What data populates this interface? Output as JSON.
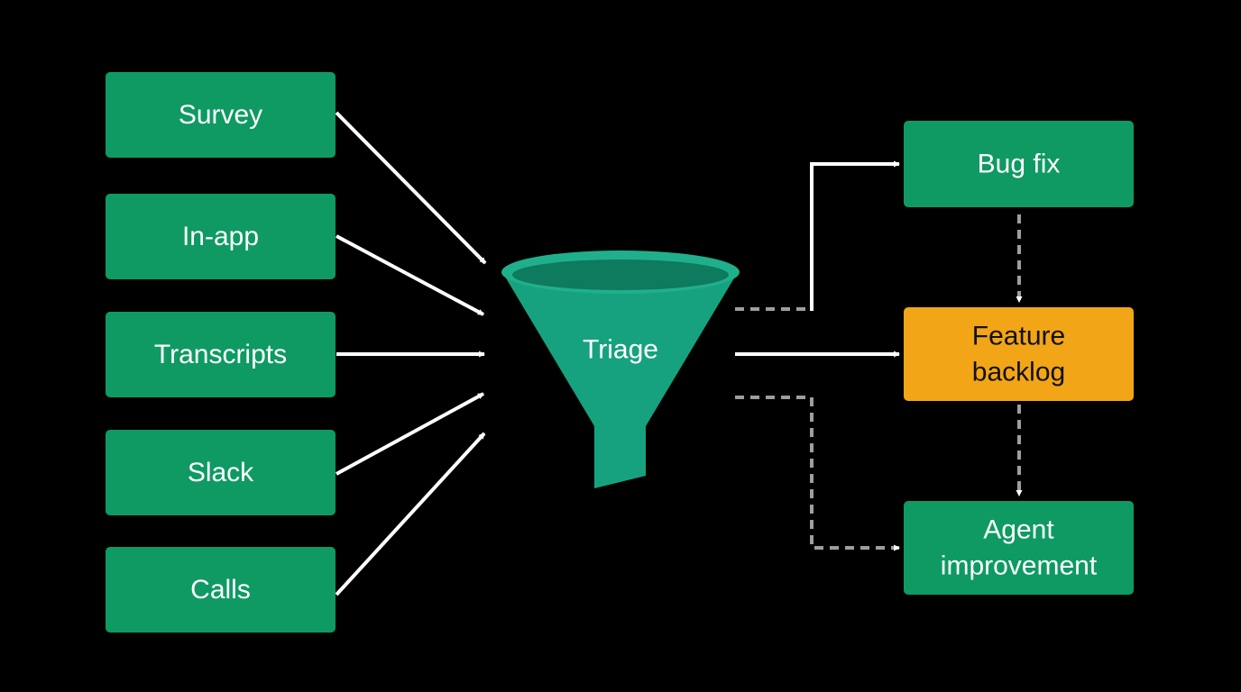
{
  "colors": {
    "background": "#000000",
    "source_fill": "#0f9a63",
    "source_text": "#ffffff",
    "funnel_fill": "#16a27f",
    "funnel_rim": "#1fb08b",
    "funnel_inner": "#0e7a5e",
    "highlight_fill": "#f2a516",
    "highlight_text": "#111111",
    "solid_arrow": "#ffffff",
    "dashed_arrow": "#9e9e9e"
  },
  "sources": [
    {
      "id": "survey",
      "label": "Survey"
    },
    {
      "id": "in-app",
      "label": "In-app"
    },
    {
      "id": "transcripts",
      "label": "Transcripts"
    },
    {
      "id": "slack",
      "label": "Slack"
    },
    {
      "id": "calls",
      "label": "Calls"
    }
  ],
  "funnel": {
    "label": "Triage",
    "icon": "funnel-icon"
  },
  "outputs": [
    {
      "id": "bug-fix",
      "lines": [
        "Bug fix"
      ],
      "highlight": false
    },
    {
      "id": "feature-backlog",
      "lines": [
        "Feature",
        "backlog"
      ],
      "highlight": true
    },
    {
      "id": "agent-improvement",
      "lines": [
        "Agent",
        "improvement"
      ],
      "highlight": false
    }
  ],
  "edges": [
    {
      "from": "survey",
      "to": "triage",
      "style": "solid"
    },
    {
      "from": "in-app",
      "to": "triage",
      "style": "solid"
    },
    {
      "from": "transcripts",
      "to": "triage",
      "style": "solid"
    },
    {
      "from": "slack",
      "to": "triage",
      "style": "solid"
    },
    {
      "from": "calls",
      "to": "triage",
      "style": "solid"
    },
    {
      "from": "triage",
      "to": "bug-fix",
      "style": "mixed"
    },
    {
      "from": "triage",
      "to": "feature-backlog",
      "style": "solid"
    },
    {
      "from": "triage",
      "to": "agent-improvement",
      "style": "dashed"
    },
    {
      "from": "bug-fix",
      "to": "feature-backlog",
      "style": "dashed"
    },
    {
      "from": "feature-backlog",
      "to": "agent-improvement",
      "style": "dashed"
    }
  ]
}
